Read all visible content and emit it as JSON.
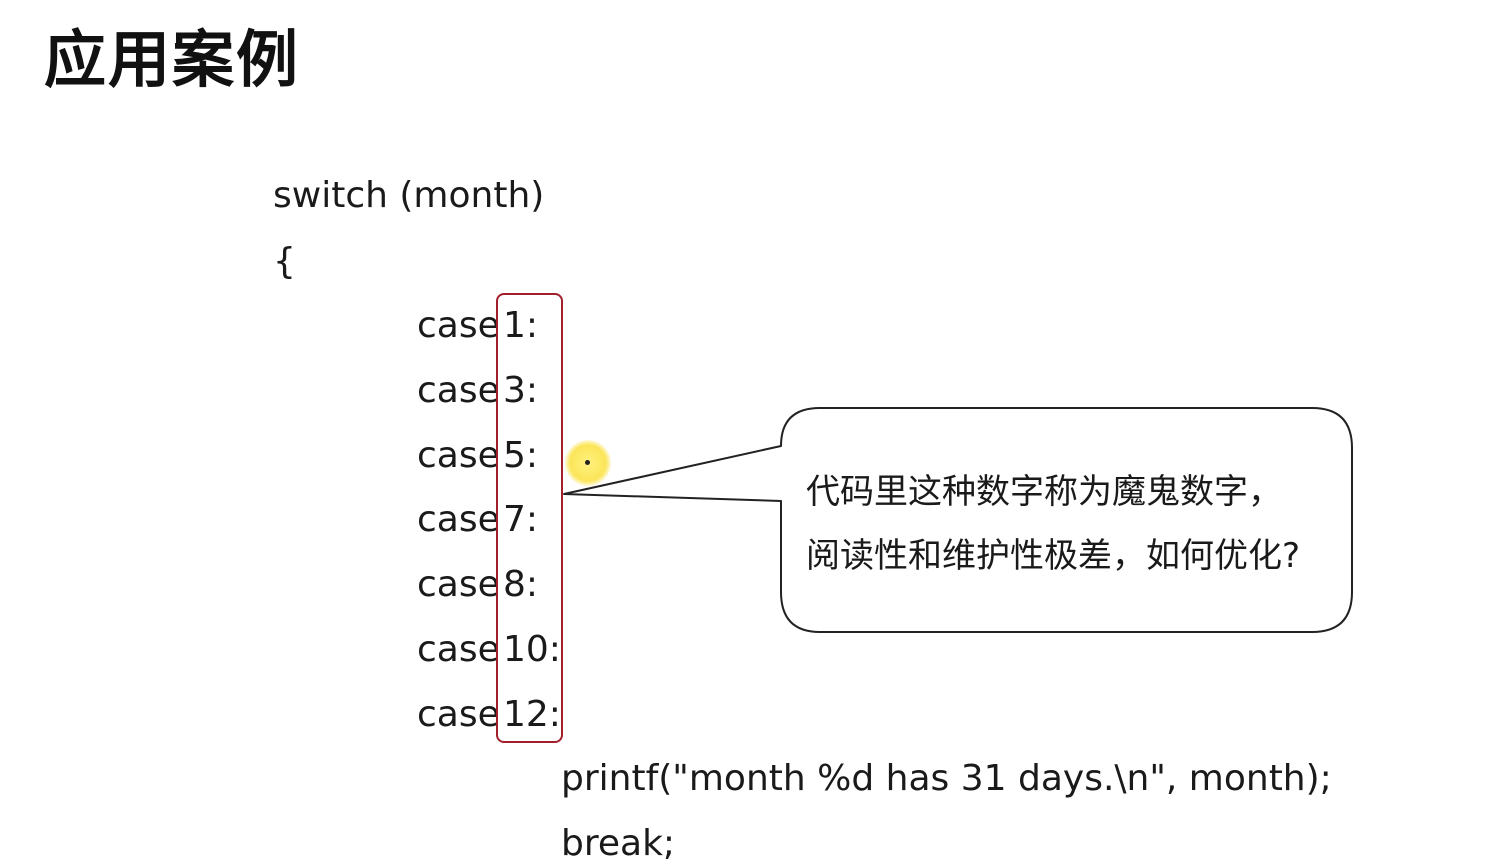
{
  "slide": {
    "title": "应用案例"
  },
  "code": {
    "switch_line": "switch (month)",
    "open_brace": "{",
    "case_keyword": "case",
    "case_values": [
      "1:",
      "3:",
      "5:",
      "7:",
      "8:",
      "10:",
      "12:"
    ],
    "printf_line": "printf(\"month %d has 31 days.\\n\", month);",
    "break_line": "break;"
  },
  "callout": {
    "line1": "代码里这种数字称为魔鬼数字，",
    "line2": "阅读性和维护性极差，如何优化?"
  },
  "colors": {
    "highlight_border": "#a0212b",
    "pointer": "#f5dc3c"
  }
}
